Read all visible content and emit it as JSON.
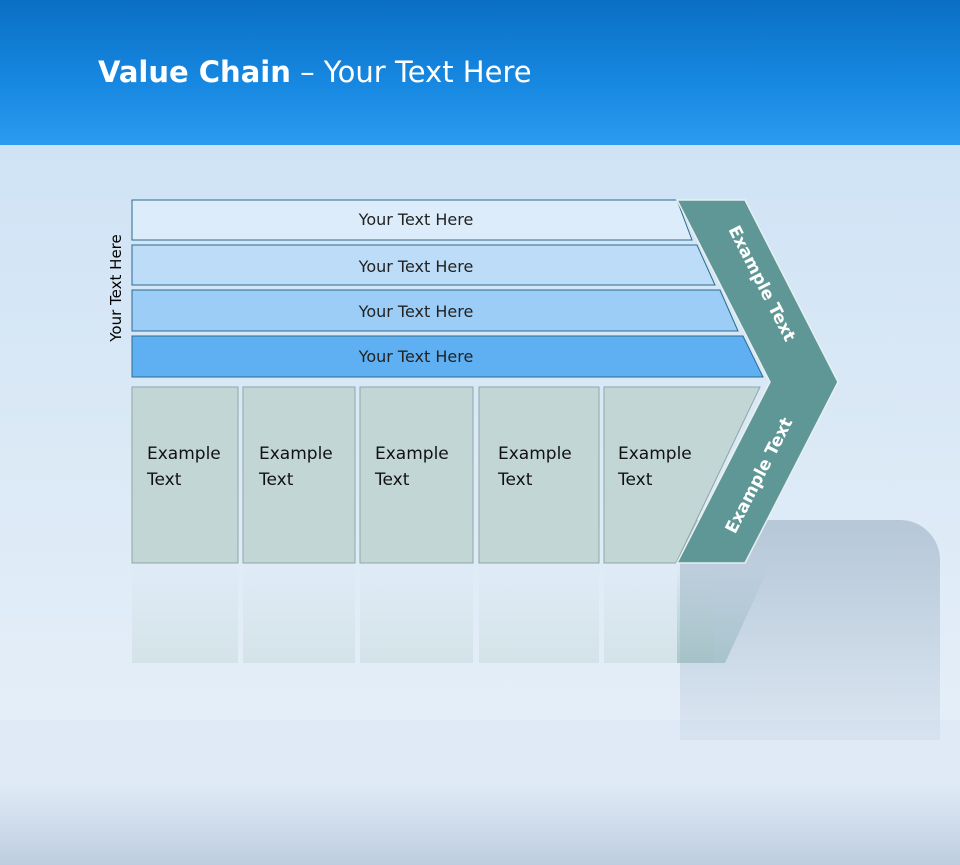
{
  "slide": {
    "title_bold": "Value Chain",
    "title_rest": " – Your Text Here",
    "side_label": "Your Text Here"
  },
  "rows": [
    {
      "label": "Your Text Here",
      "color": "#dcecfb"
    },
    {
      "label": "Your Text Here",
      "color": "#bcdcf7"
    },
    {
      "label": "Your Text Here",
      "color": "#9ccdf6"
    },
    {
      "label": "Your Text Here",
      "color": "#5fb0f2"
    }
  ],
  "columns": [
    {
      "line1": "Example",
      "line2": "Text"
    },
    {
      "line1": "Example",
      "line2": "Text"
    },
    {
      "line1": "Example",
      "line2": "Text"
    },
    {
      "line1": "Example",
      "line2": "Text"
    },
    {
      "line1": "Example",
      "line2": "Text"
    }
  ],
  "arrow": {
    "upper_label": "Example Text",
    "lower_label": "Example Text",
    "color": "#5f9797"
  },
  "colors": {
    "header": "#1687e0",
    "column_fill": "#c3d6d6",
    "row_border": "#2a6b8f"
  }
}
